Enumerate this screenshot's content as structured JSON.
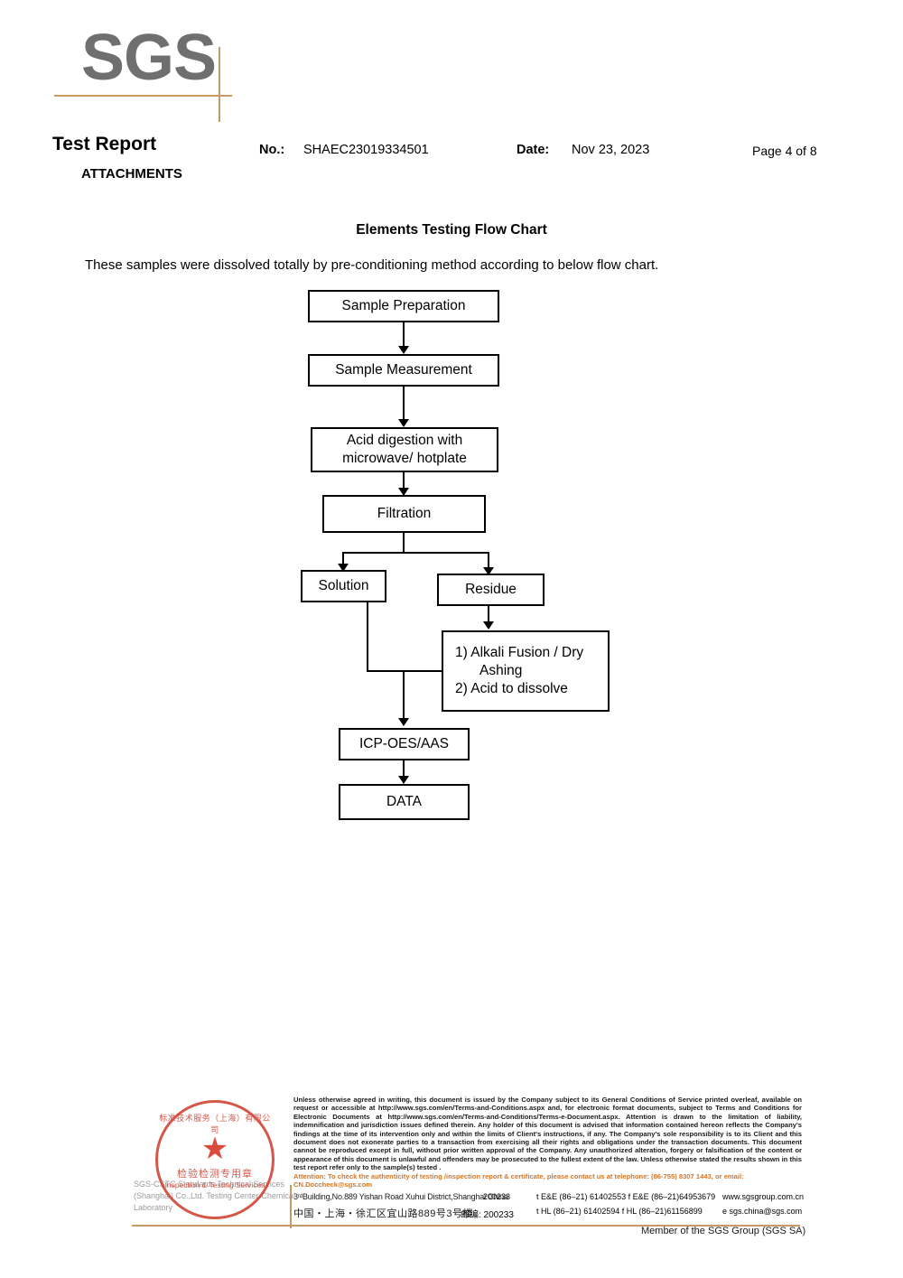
{
  "logo": {
    "text": "SGS"
  },
  "header": {
    "title": "Test Report",
    "subtitle": "ATTACHMENTS",
    "no_label": "No.:",
    "no_value": "SHAEC23019334501",
    "date_label": "Date:",
    "date_value": "Nov 23, 2023",
    "page": "Page 4 of 8"
  },
  "body": {
    "flow_title": "Elements Testing Flow Chart",
    "intro": "These samples were dissolved totally by pre-conditioning method according to below flow chart."
  },
  "chart_data": {
    "type": "diagram",
    "title": "Elements Testing Flow Chart",
    "nodes": [
      {
        "id": "sample-preparation",
        "label": "Sample Preparation"
      },
      {
        "id": "sample-measurement",
        "label": "Sample Measurement"
      },
      {
        "id": "acid-digestion",
        "label": "Acid digestion with\nmicrowave/ hotplate"
      },
      {
        "id": "filtration",
        "label": "Filtration"
      },
      {
        "id": "solution",
        "label": "Solution"
      },
      {
        "id": "residue",
        "label": "Residue"
      },
      {
        "id": "alkali-fusion",
        "label": "1) Alkali Fusion / Dry\n     Ashing\n2) Acid to dissolve"
      },
      {
        "id": "icp-oes-aas",
        "label": "ICP-OES/AAS"
      },
      {
        "id": "data",
        "label": "DATA"
      }
    ],
    "edges": [
      {
        "from": "sample-preparation",
        "to": "sample-measurement"
      },
      {
        "from": "sample-measurement",
        "to": "acid-digestion"
      },
      {
        "from": "acid-digestion",
        "to": "filtration"
      },
      {
        "from": "filtration",
        "to": "solution"
      },
      {
        "from": "filtration",
        "to": "residue"
      },
      {
        "from": "residue",
        "to": "alkali-fusion"
      },
      {
        "from": "solution",
        "to": "icp-oes-aas"
      },
      {
        "from": "alkali-fusion",
        "to": "icp-oes-aas"
      },
      {
        "from": "icp-oes-aas",
        "to": "data"
      }
    ]
  },
  "nodes": {
    "sample_preparation": "Sample Preparation",
    "sample_measurement": "Sample Measurement",
    "acid_digestion_l1": "Acid digestion with",
    "acid_digestion_l2": "microwave/ hotplate",
    "filtration": "Filtration",
    "solution": "Solution",
    "residue": "Residue",
    "alkali_l1": "1) Alkali Fusion / Dry",
    "alkali_l2": "Ashing",
    "alkali_l3": "2) Acid to dissolve",
    "icp": "ICP-OES/AAS",
    "data": "DATA"
  },
  "footer": {
    "fine_print": "Unless otherwise agreed in writing, this document is issued by the Company subject to its General Conditions of Service printed overleaf, available on request or accessible at http://www.sgs.com/en/Terms-and-Conditions.aspx and, for electronic format documents, subject to Terms and Conditions for Electronic Documents at http://www.sgs.com/en/Terms-and-Conditions/Terms-e-Document.aspx. Attention is drawn to the limitation of liability, indemnification and jurisdiction issues defined therein. Any holder of this document is advised that information contained hereon reflects the Company's findings at the time of its intervention only and within the limits of Client's instructions, if any. The Company's sole responsibility is to its Client and this document does not exonerate parties to a transaction from exercising all their rights and obligations under the transaction documents. This document cannot be reproduced except in full, without prior written approval of the Company. Any unauthorized alteration, forgery or falsification of the content or appearance of this document is unlawful and offenders may be prosecuted to the fullest extent of the law. Unless otherwise stated the results shown in this test report refer only to the sample(s) tested .",
    "attention": "Attention: To check the authenticity of testing /inspection report & certificate, please contact us at telephone: (86-755) 8307 1443, or email: CN.Doccheck@sgs.com",
    "address_en": "3ʳᵈBuilding,No.889 Yishan Road Xuhui District,Shanghai China",
    "address_cn": "中国・上海・徐汇区宜山路889号3号楼",
    "zip_en": "200233",
    "zip_cn": "邮编: 200233",
    "contact_row1": "t E&E (86–21) 61402553   f E&E (86–21)64953679",
    "contact_row2": "t HL (86–21) 61402594     f HL (86–21)61156899",
    "web1": "www.sgsgroup.com.cn",
    "web2": "e  sgs.china@sgs.com",
    "member": "Member of the SGS Group (SGS SA)",
    "stamp": {
      "arc_top": "标准技术服务（上海）有限公司",
      "star": "★",
      "cn_line": "检验检测专用章",
      "en_line": "Inspection & Testing Services"
    },
    "watermark": "SGS-CSTC Standards Technical Services (Shanghai) Co.,Ltd. Testing Center-Chemical Laboratory"
  },
  "colors": {
    "brand_orange": "#c79a63",
    "logo_gray": "#6f6f6f",
    "attention_orange": "#d2762a",
    "stamp_red": "#cf3a2a"
  }
}
